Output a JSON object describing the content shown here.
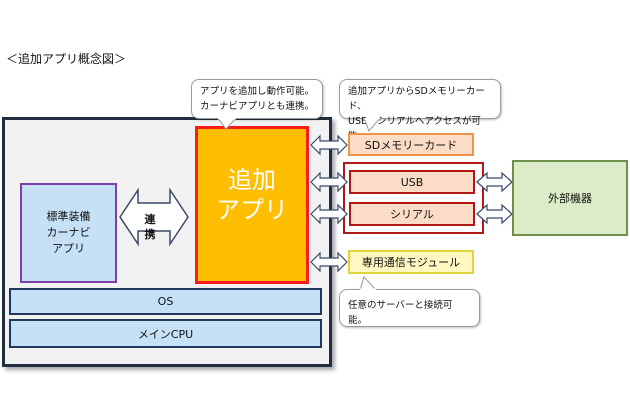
{
  "title": "＜追加アプリ概念図＞",
  "builtin_app": {
    "lines": [
      "標準装備",
      "カーナビ",
      "アプリ"
    ]
  },
  "link_label": {
    "lines": [
      "連",
      "携"
    ]
  },
  "added_app": {
    "lines": [
      "追加",
      "アプリ"
    ]
  },
  "os_label": "OS",
  "cpu_label": "メインCPU",
  "callout_app": {
    "lines": [
      "アプリを追加し動作可能。",
      "カーナビアプリとも連携。"
    ]
  },
  "callout_sd": {
    "lines": [
      "追加アプリからSDメモリーカード、",
      "USB、シリアルへアクセスが可能。"
    ]
  },
  "callout_comm": {
    "lines": [
      "任意のサーバーと接続可能。"
    ]
  },
  "sd_card": "SDメモリーカード",
  "usb": "USB",
  "serial": "シリアル",
  "comm_module": "専用通信モジュール",
  "external_device": "外部機器",
  "colors": {
    "added_app_fill": "#ffbf00",
    "added_app_border": "#ff1a1a",
    "builtin_border": "#7b3fa6",
    "panel_blue": "#c6e0f5",
    "sd_fill": "#fbdcc6",
    "comm_fill": "#fff8c2",
    "external_fill": "#dcebc8"
  }
}
